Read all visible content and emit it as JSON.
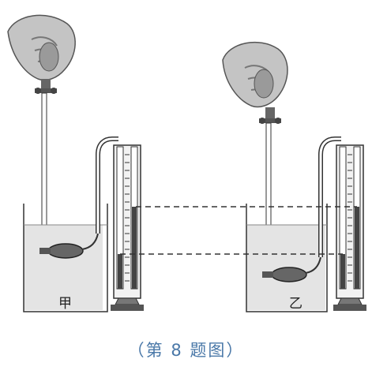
{
  "labels": {
    "left": "甲",
    "right": "乙"
  },
  "caption": "（第 8 题图）",
  "colors": {
    "ink": "#333333",
    "water": "#e4e4e4",
    "hand": "#b8b8b8",
    "caption": "#4a78a8"
  },
  "icons": [
    "hand-icon",
    "pressure-gauge-probe-icon",
    "u-tube-manometer-icon"
  ]
}
